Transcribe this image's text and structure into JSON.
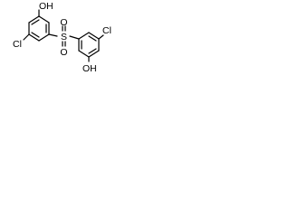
{
  "molecule": {
    "atoms": {
      "oh_top": "OH",
      "oh_bottom": "OH",
      "cl_left": "Cl",
      "cl_right": "Cl",
      "sulfur": "S",
      "o_upper": "O",
      "o_lower": "O"
    },
    "colors": {
      "line": "#000000",
      "background": "#ffffff"
    }
  }
}
